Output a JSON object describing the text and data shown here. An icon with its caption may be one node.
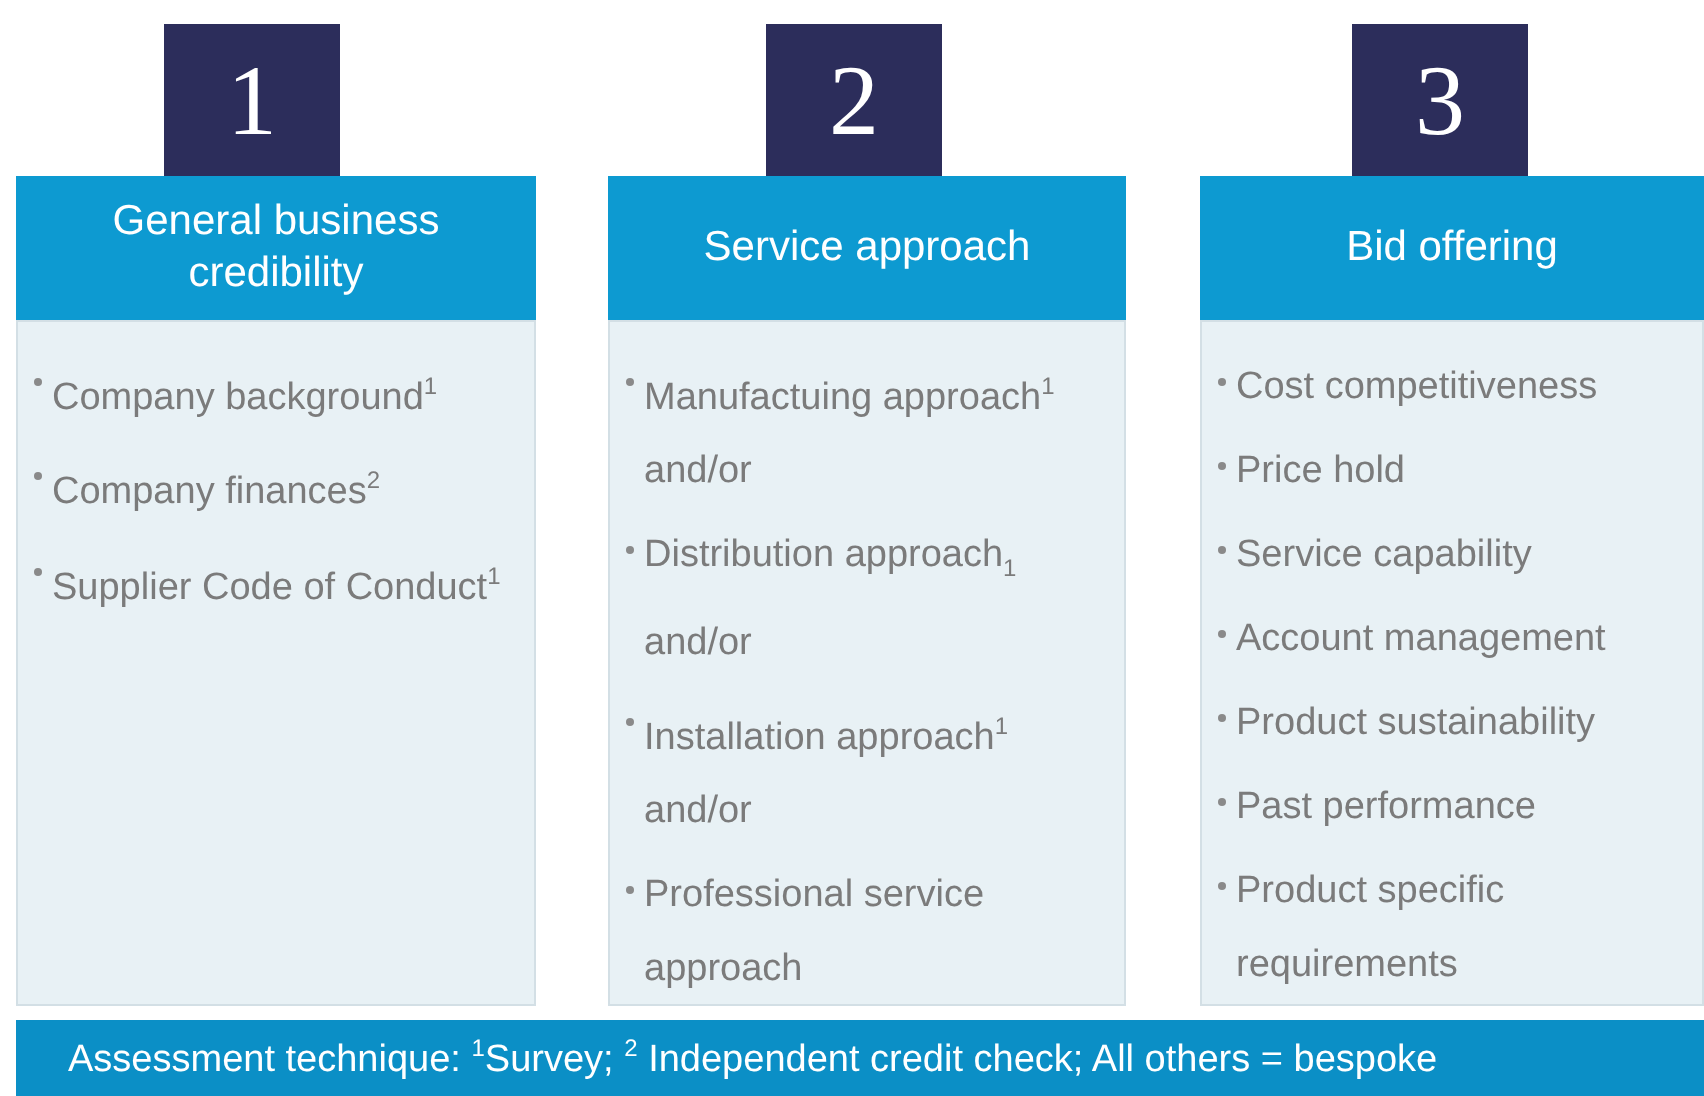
{
  "diagram": {
    "nodes": [
      {
        "text": [
          "1"
        ]
      },
      {
        "text": [
          "General business credibility"
        ]
      },
      {
        "text": [
          "Company background$^{1}$",
          "Company finances$^{2}$",
          "Supplier Code of Conduct$^{1}$"
        ]
      },
      {
        "text": [
          "2"
        ]
      },
      {
        "text": [
          "Service approach"
        ]
      },
      {
        "text": [
          "Manufactuing approach$^{1}$ and/or",
          "Distribution approach$_{1}$ and/or",
          "Installation approach$^{1}$ and/or",
          "Professional service approach"
        ]
      },
      {
        "text": [
          "3"
        ]
      },
      {
        "text": [
          "Bid offering"
        ]
      },
      {
        "text": [
          "Cost competitiveness",
          "Price hold",
          "Service capability",
          "Account management",
          "Product sustainability",
          "Past performance",
          "Product specific requirements"
        ]
      },
      {
        "text": [
          "Assessment technique: $^{1}$Survey; $^{2}$ Independent credit check; All others = bespoke"
        ]
      }
    ]
  }
}
